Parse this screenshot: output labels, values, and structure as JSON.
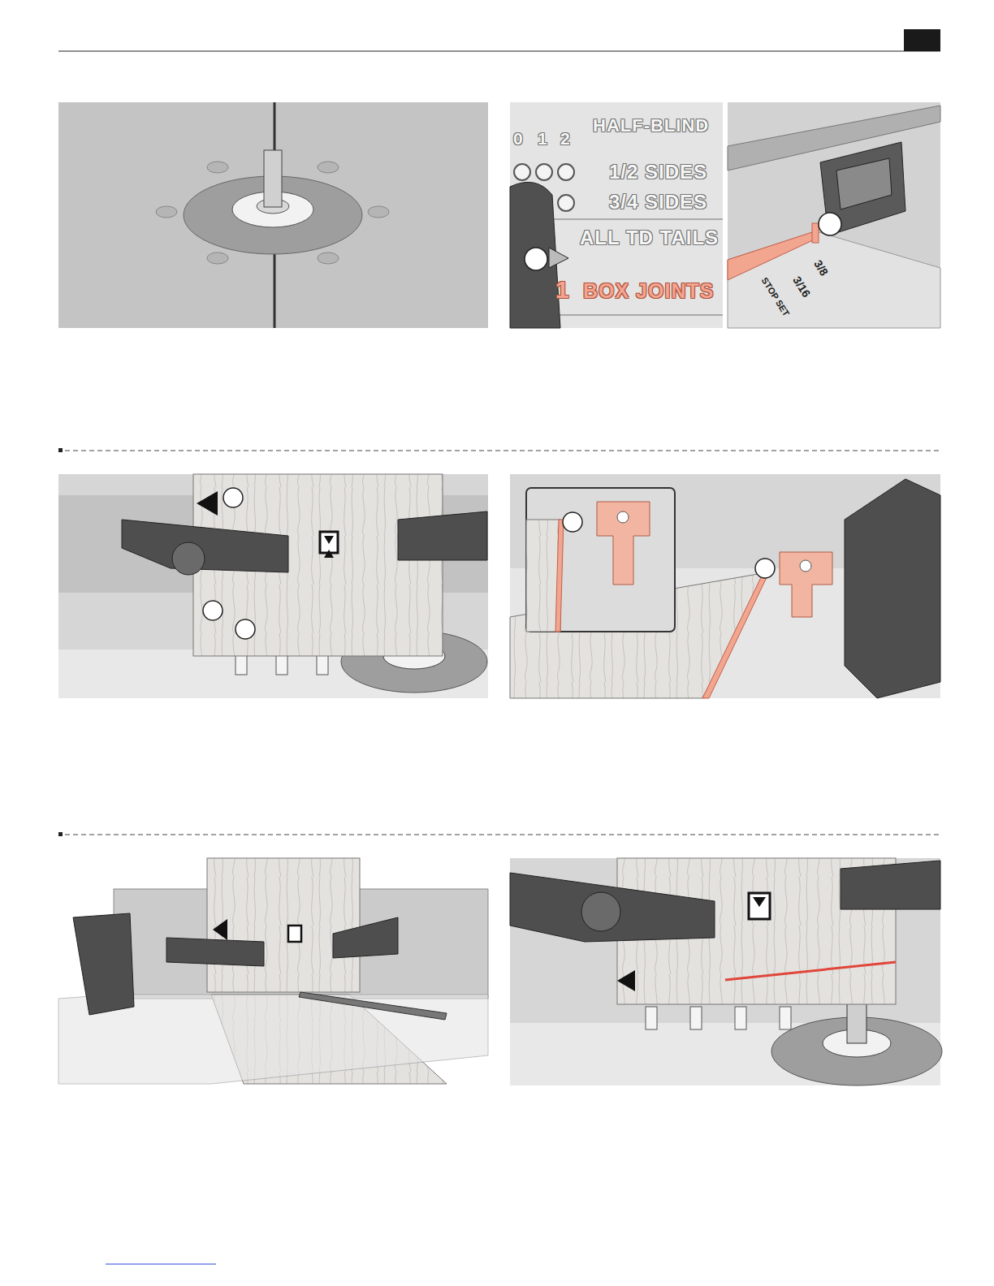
{
  "diagram": {
    "labels": [
      "HALF-BLIND",
      "0",
      "1",
      "2",
      "1/2 SIDES",
      "3/4 SIDES",
      "ALL TD TAILS",
      "1",
      "BOX JOINTS",
      "3/8",
      "3/16",
      "STOP SET"
    ]
  }
}
